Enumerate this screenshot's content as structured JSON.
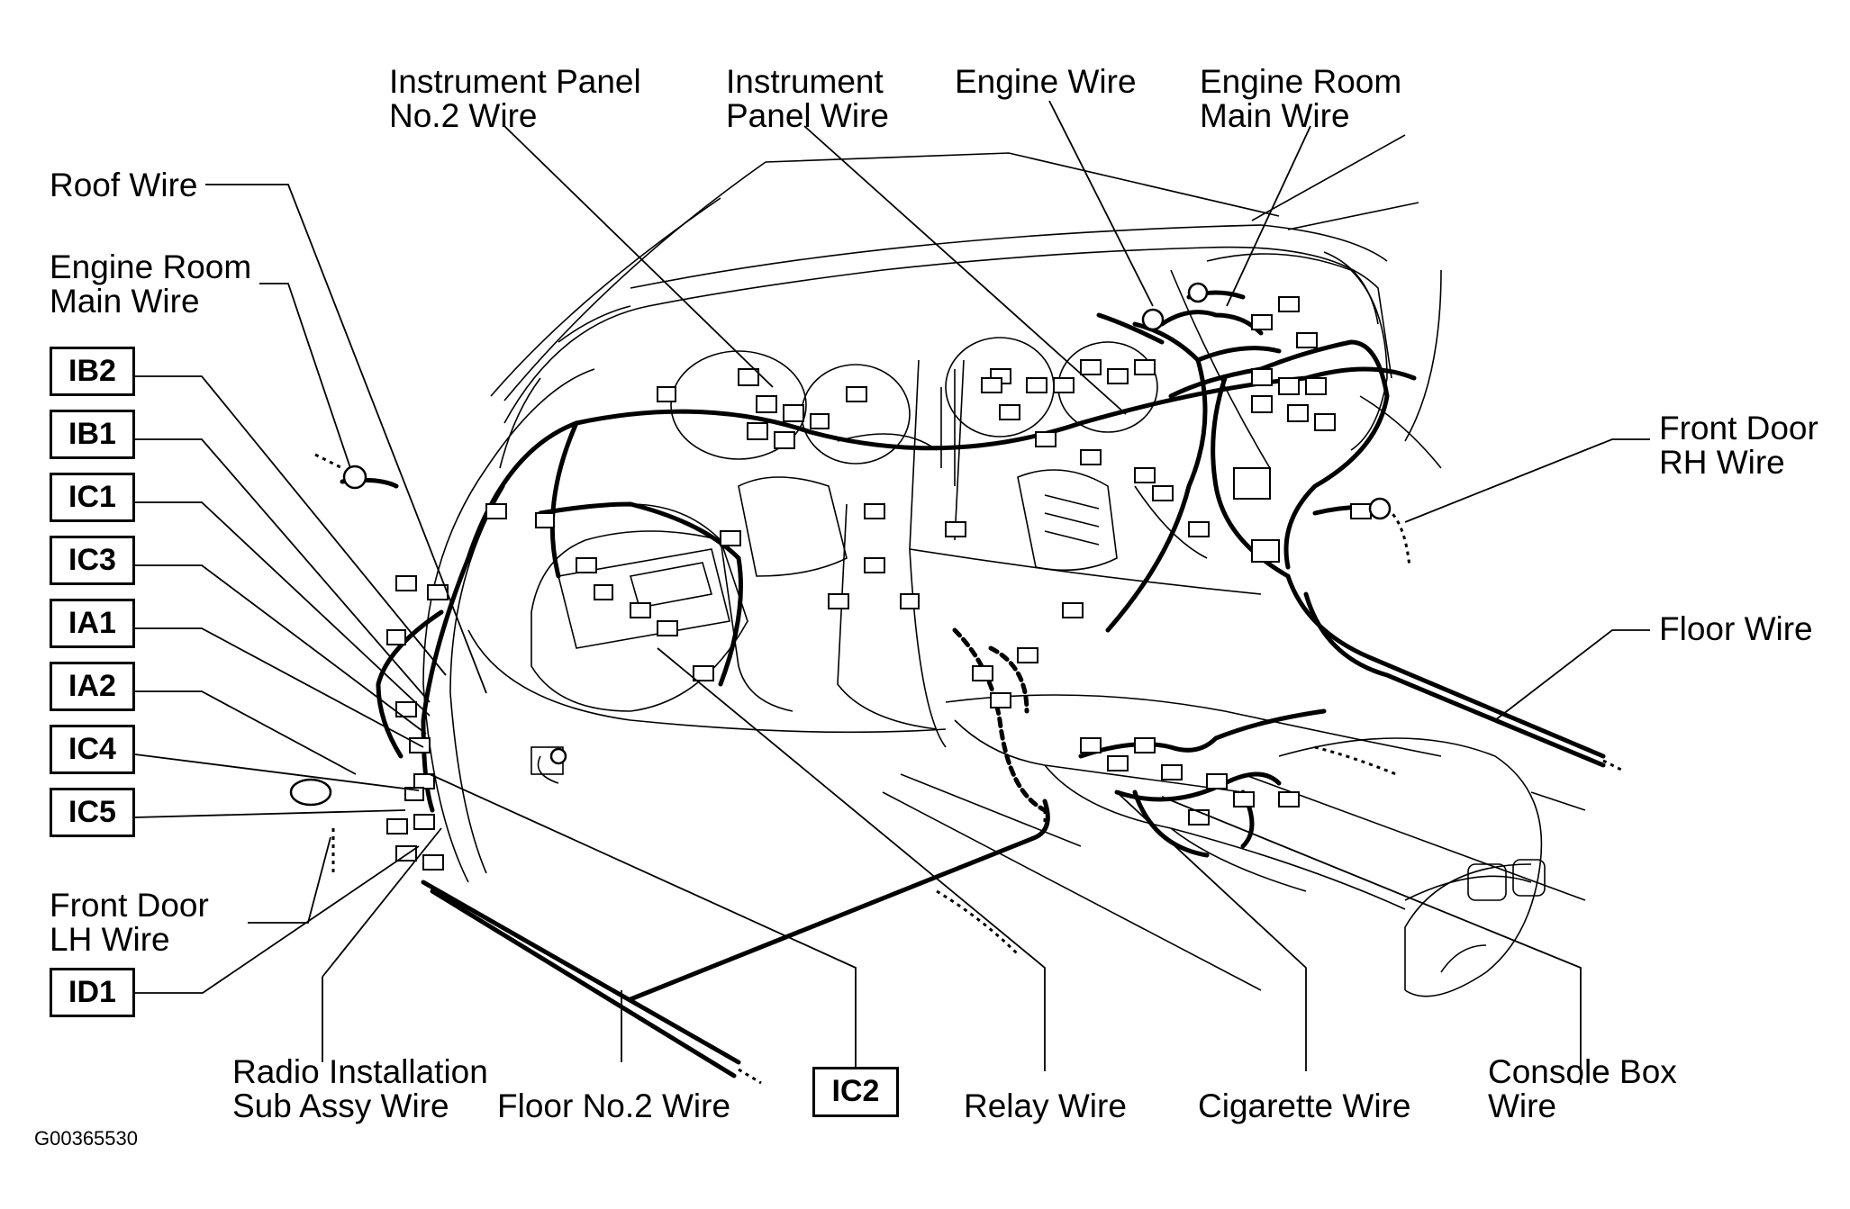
{
  "figure_code": "G00365530",
  "callout_codes": {
    "ib2": "IB2",
    "ib1": "IB1",
    "ic1": "IC1",
    "ic3": "IC3",
    "ia1": "IA1",
    "ia2": "IA2",
    "ic4": "IC4",
    "ic5": "IC5",
    "id1": "ID1",
    "ic2": "IC2"
  },
  "labels": {
    "instrument_panel_no2": [
      "Instrument Panel",
      "No.2 Wire"
    ],
    "instrument_panel": [
      "Instrument",
      "Panel Wire"
    ],
    "engine_wire": "Engine Wire",
    "engine_room_main_top": [
      "Engine Room",
      "Main Wire"
    ],
    "roof_wire": "Roof Wire",
    "engine_room_main_left": [
      "Engine Room",
      "Main Wire"
    ],
    "front_door_rh": [
      "Front Door",
      "RH Wire"
    ],
    "floor_wire": "Floor Wire",
    "front_door_lh": [
      "Front Door",
      "LH Wire"
    ],
    "radio_installation": [
      "Radio Installation",
      "Sub Assy Wire"
    ],
    "floor_no2": "Floor No.2 Wire",
    "relay_wire": "Relay Wire",
    "cigarette_wire": "Cigarette Wire",
    "console_box": [
      "Console Box",
      "Wire"
    ]
  }
}
